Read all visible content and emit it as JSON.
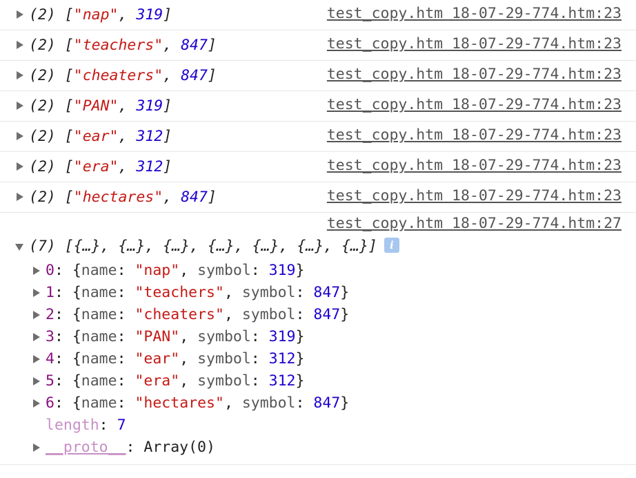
{
  "logs": [
    {
      "count": "(2)",
      "word": "nap",
      "number": "319",
      "source": "test_copy.htm 18-07-29-774.htm:23"
    },
    {
      "count": "(2)",
      "word": "teachers",
      "number": "847",
      "source": "test_copy.htm 18-07-29-774.htm:23"
    },
    {
      "count": "(2)",
      "word": "cheaters",
      "number": "847",
      "source": "test_copy.htm 18-07-29-774.htm:23"
    },
    {
      "count": "(2)",
      "word": "PAN",
      "number": "319",
      "source": "test_copy.htm 18-07-29-774.htm:23"
    },
    {
      "count": "(2)",
      "word": "ear",
      "number": "312",
      "source": "test_copy.htm 18-07-29-774.htm:23"
    },
    {
      "count": "(2)",
      "word": "era",
      "number": "312",
      "source": "test_copy.htm 18-07-29-774.htm:23"
    },
    {
      "count": "(2)",
      "word": "hectares",
      "number": "847",
      "source": "test_copy.htm 18-07-29-774.htm:23"
    }
  ],
  "array_log": {
    "source": "test_copy.htm 18-07-29-774.htm:27",
    "count": "(7)",
    "preview": "[{…}, {…}, {…}, {…}, {…}, {…}, {…}]",
    "info_glyph": "i",
    "items": [
      {
        "index": "0",
        "name": "nap",
        "symbol": "319"
      },
      {
        "index": "1",
        "name": "teachers",
        "symbol": "847"
      },
      {
        "index": "2",
        "name": "cheaters",
        "symbol": "847"
      },
      {
        "index": "3",
        "name": "PAN",
        "symbol": "319"
      },
      {
        "index": "4",
        "name": "ear",
        "symbol": "312"
      },
      {
        "index": "5",
        "name": "era",
        "symbol": "312"
      },
      {
        "index": "6",
        "name": "hectares",
        "symbol": "847"
      }
    ],
    "length_key": "length",
    "length_value": "7",
    "proto_key": "__proto__",
    "proto_value": "Array(0)"
  },
  "labels": {
    "name_key": "name",
    "symbol_key": "symbol"
  },
  "icons": {
    "expand": "triangle-right-icon",
    "collapse": "triangle-down-icon",
    "info": "info-icon"
  },
  "colors": {
    "string": "#c41a16",
    "number": "#1c00cf",
    "key": "#881280",
    "dim_key": "#c88fc6",
    "info_badge": "#a8c7ef"
  }
}
